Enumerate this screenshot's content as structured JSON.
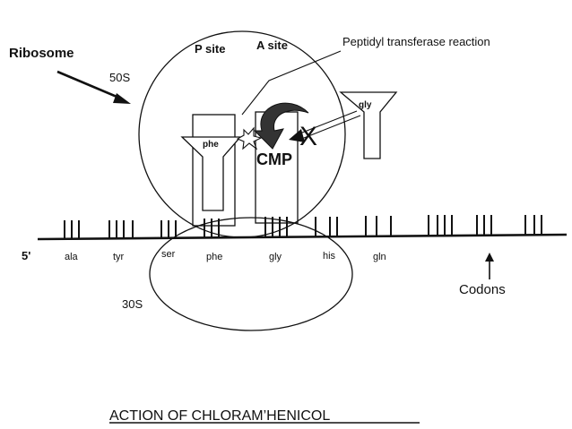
{
  "diagram": {
    "title": "ACTION OF CHLORAM’HENICOL",
    "labels": {
      "ribosome": "Ribosome",
      "subunit_large": "50S",
      "subunit_small": "30S",
      "p_site": "P site",
      "a_site": "A site",
      "reaction": "Peptidyl transferase reaction",
      "inhibitor": "CMP",
      "block_mark": "X",
      "five_prime": "5'",
      "codons": "Codons",
      "trna_p": "phe",
      "trna_incoming": "gly"
    },
    "codon_labels": [
      "ala",
      "tyr",
      "ser",
      "phe",
      "gly",
      "his",
      "gln"
    ],
    "colors": {
      "ink": "#111111",
      "arrow_fill": "#333333",
      "background": "#ffffff"
    }
  }
}
